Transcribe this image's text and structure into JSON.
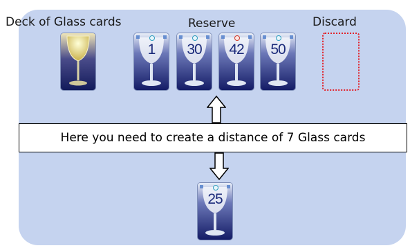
{
  "labels": {
    "deck": "Deck of Glass cards",
    "reserve": "Reserve",
    "discard": "Discard"
  },
  "reserve_cards": [
    {
      "number": "1",
      "pip": "blue"
    },
    {
      "number": "30",
      "pip": "blue"
    },
    {
      "number": "42",
      "pip": "red"
    },
    {
      "number": "50",
      "pip": "blue"
    }
  ],
  "target_card": {
    "number": "25",
    "pip": "blue"
  },
  "instruction": "Here you need to create a distance of 7 Glass cards",
  "colors": {
    "board": "#c5d3ef",
    "card_dark": "#1b2673",
    "discard_outline": "#e2222a"
  }
}
